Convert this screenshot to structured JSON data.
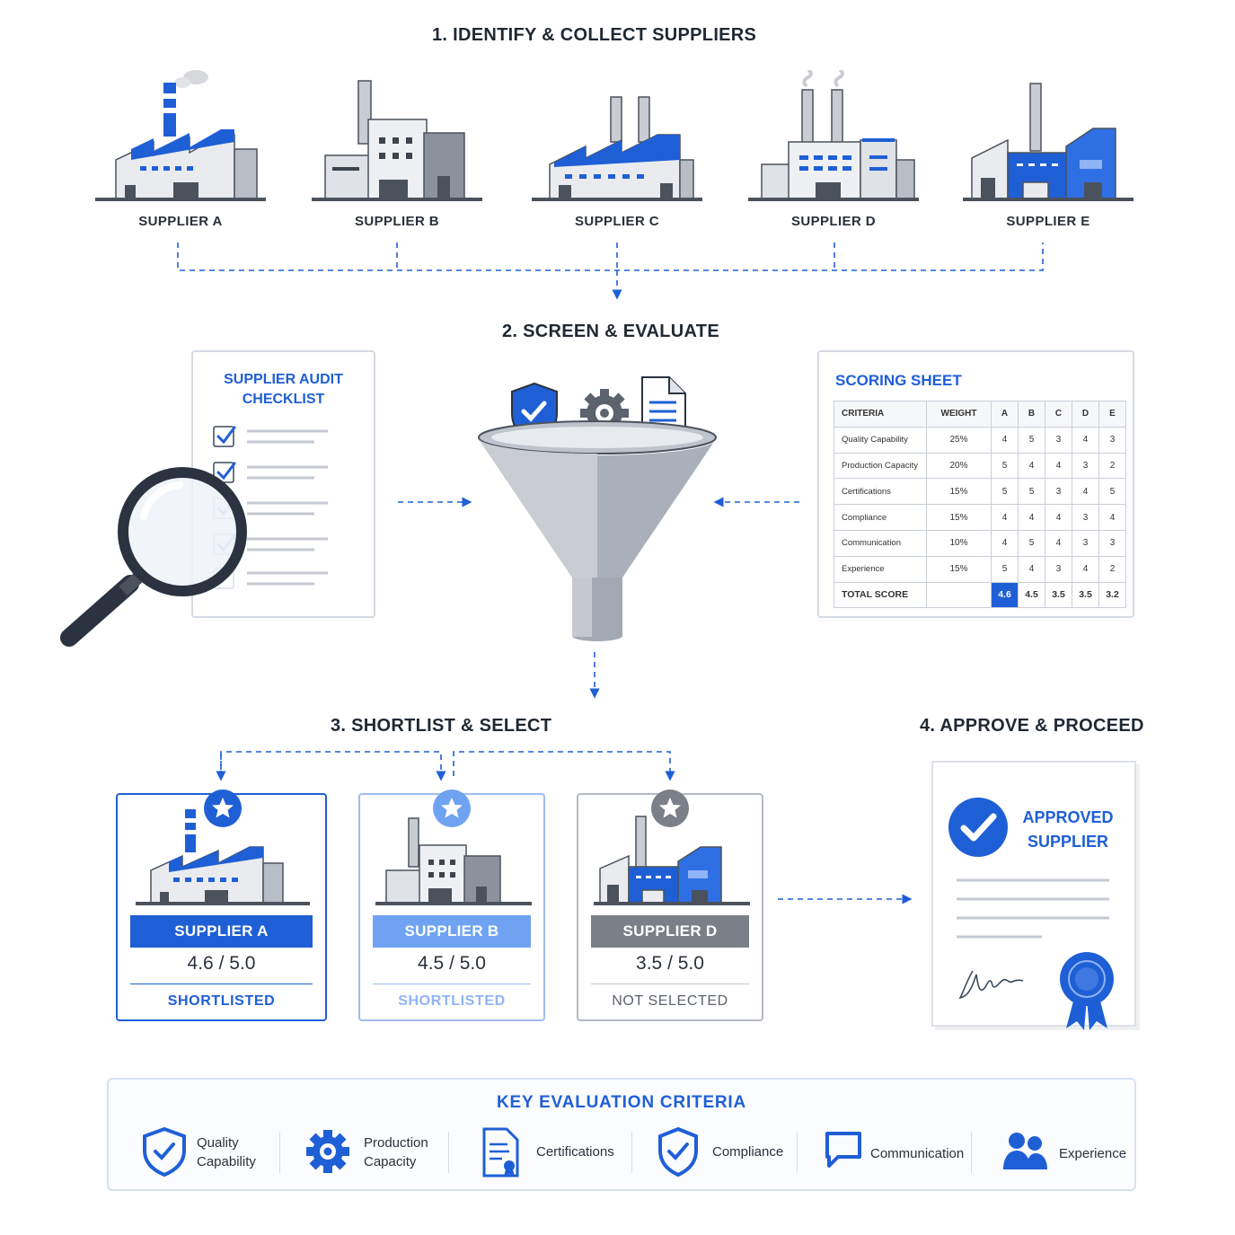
{
  "steps": {
    "identify": "1. IDENTIFY & COLLECT SUPPLIERS",
    "screen": "2. SCREEN & EVALUATE",
    "shortlist": "3. SHORTLIST & SELECT",
    "approve": "4. APPROVE & PROCEED"
  },
  "suppliers": [
    "SUPPLIER A",
    "SUPPLIER B",
    "SUPPLIER C",
    "SUPPLIER D",
    "SUPPLIER E"
  ],
  "checklist": {
    "title_line1": "SUPPLIER AUDIT",
    "title_line2": "CHECKLIST"
  },
  "scoring_sheet": {
    "title": "SCORING SHEET",
    "headers": [
      "CRITERIA",
      "WEIGHT",
      "A",
      "B",
      "C",
      "D",
      "E"
    ],
    "rows": [
      {
        "criteria": "Quality Capability",
        "weight": "25%",
        "scores": [
          "4",
          "5",
          "3",
          "4",
          "3"
        ]
      },
      {
        "criteria": "Production Capacity",
        "weight": "20%",
        "scores": [
          "5",
          "4",
          "4",
          "3",
          "2"
        ]
      },
      {
        "criteria": "Certifications",
        "weight": "15%",
        "scores": [
          "5",
          "5",
          "3",
          "4",
          "5"
        ]
      },
      {
        "criteria": "Compliance",
        "weight": "15%",
        "scores": [
          "4",
          "4",
          "4",
          "3",
          "4"
        ]
      },
      {
        "criteria": "Communication",
        "weight": "10%",
        "scores": [
          "4",
          "5",
          "4",
          "3",
          "3"
        ]
      },
      {
        "criteria": "Experience",
        "weight": "15%",
        "scores": [
          "5",
          "4",
          "3",
          "4",
          "2"
        ]
      }
    ],
    "total_label": "TOTAL SCORE",
    "totals": [
      "4.6",
      "4.5",
      "3.5",
      "3.5",
      "3.2"
    ]
  },
  "shortlist": [
    {
      "name": "SUPPLIER A",
      "score": "4.6 / 5.0",
      "status": "SHORTLISTED"
    },
    {
      "name": "SUPPLIER B",
      "score": "4.5 / 5.0",
      "status": "SHORTLISTED"
    },
    {
      "name": "SUPPLIER D",
      "score": "3.5 / 5.0",
      "status": "NOT SELECTED"
    }
  ],
  "approval": {
    "line1": "APPROVED",
    "line2": "SUPPLIER"
  },
  "key_criteria": {
    "title": "KEY  EVALUATION CRITERIA",
    "items": [
      {
        "line1": "Quality",
        "line2": "Capability",
        "icon": "shield-check-icon"
      },
      {
        "line1": "Production",
        "line2": "Capacity",
        "icon": "gear-icon"
      },
      {
        "line1": "Certifications",
        "line2": "",
        "icon": "certificate-document-icon"
      },
      {
        "line1": "Compliance",
        "line2": "",
        "icon": "shield-check-icon"
      },
      {
        "line1": "Communication",
        "line2": "",
        "icon": "chat-bubble-icon"
      },
      {
        "line1": "Experience",
        "line2": "",
        "icon": "people-icon"
      }
    ]
  },
  "colors": {
    "primary_blue": "#1f5fd6",
    "light_blue": "#6fa3f2",
    "gray": "#7b8088",
    "dark": "#2a313a"
  }
}
